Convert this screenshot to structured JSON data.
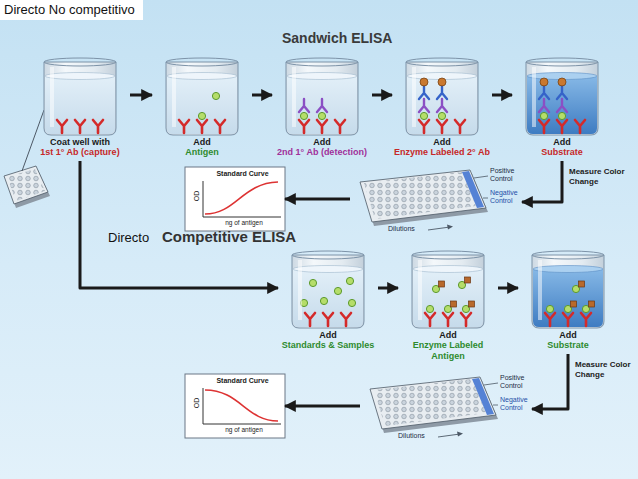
{
  "diagram": {
    "nodes": [
      {
        "text": [
          "Coat well with",
          "1st 1° Ab (capture)"
        ]
      },
      {
        "text": [
          "Add",
          "Antigen"
        ]
      },
      {
        "text": [
          "Add",
          "2nd 1° Ab (detection)"
        ]
      },
      {
        "text": [
          "Add",
          "Enzyme Labeled 2° Ab"
        ]
      },
      {
        "text": [
          "Add",
          "Substrate"
        ]
      },
      {
        "text": [
          "Positive Control",
          "Negative Control",
          "Dilutions"
        ]
      },
      {
        "text": [
          "Standard Curve",
          "OD",
          "ng of antigen"
        ]
      },
      {
        "text": [
          "Add",
          "Standards & Samples"
        ]
      },
      {
        "text": [
          "Add",
          "Enzyme Labeled Antigen"
        ]
      },
      {
        "text": [
          "Add",
          "Substrate"
        ]
      },
      {
        "text": [
          "Positive Control",
          "Negative Control",
          "Dilutions"
        ]
      },
      {
        "text": [
          "Standard Curve",
          "OD",
          "ng of antigen"
        ]
      }
    ],
    "edges": [
      {
        "from": 0,
        "to": 1,
        "arrow": "to"
      },
      {
        "from": 1,
        "to": 2,
        "arrow": "to"
      },
      {
        "from": 2,
        "to": 3,
        "arrow": "to"
      },
      {
        "from": 3,
        "to": 4,
        "arrow": "to"
      },
      {
        "from": 4,
        "to": 5,
        "arrow": "to",
        "label": "Measure Color Change"
      },
      {
        "from": 5,
        "to": 6,
        "arrow": "to"
      },
      {
        "from": 0,
        "to": 7,
        "arrow": "to"
      },
      {
        "from": 7,
        "to": 8,
        "arrow": "to"
      },
      {
        "from": 8,
        "to": 9,
        "arrow": "to"
      },
      {
        "from": 9,
        "to": 10,
        "arrow": "to",
        "label": "Measure Color Change"
      },
      {
        "from": 10,
        "to": 11,
        "arrow": "to"
      }
    ],
    "labels": [
      "Directo No competitivo",
      "Sandwich ELISA",
      "Directo",
      "Competitive ELISA"
    ]
  }
}
